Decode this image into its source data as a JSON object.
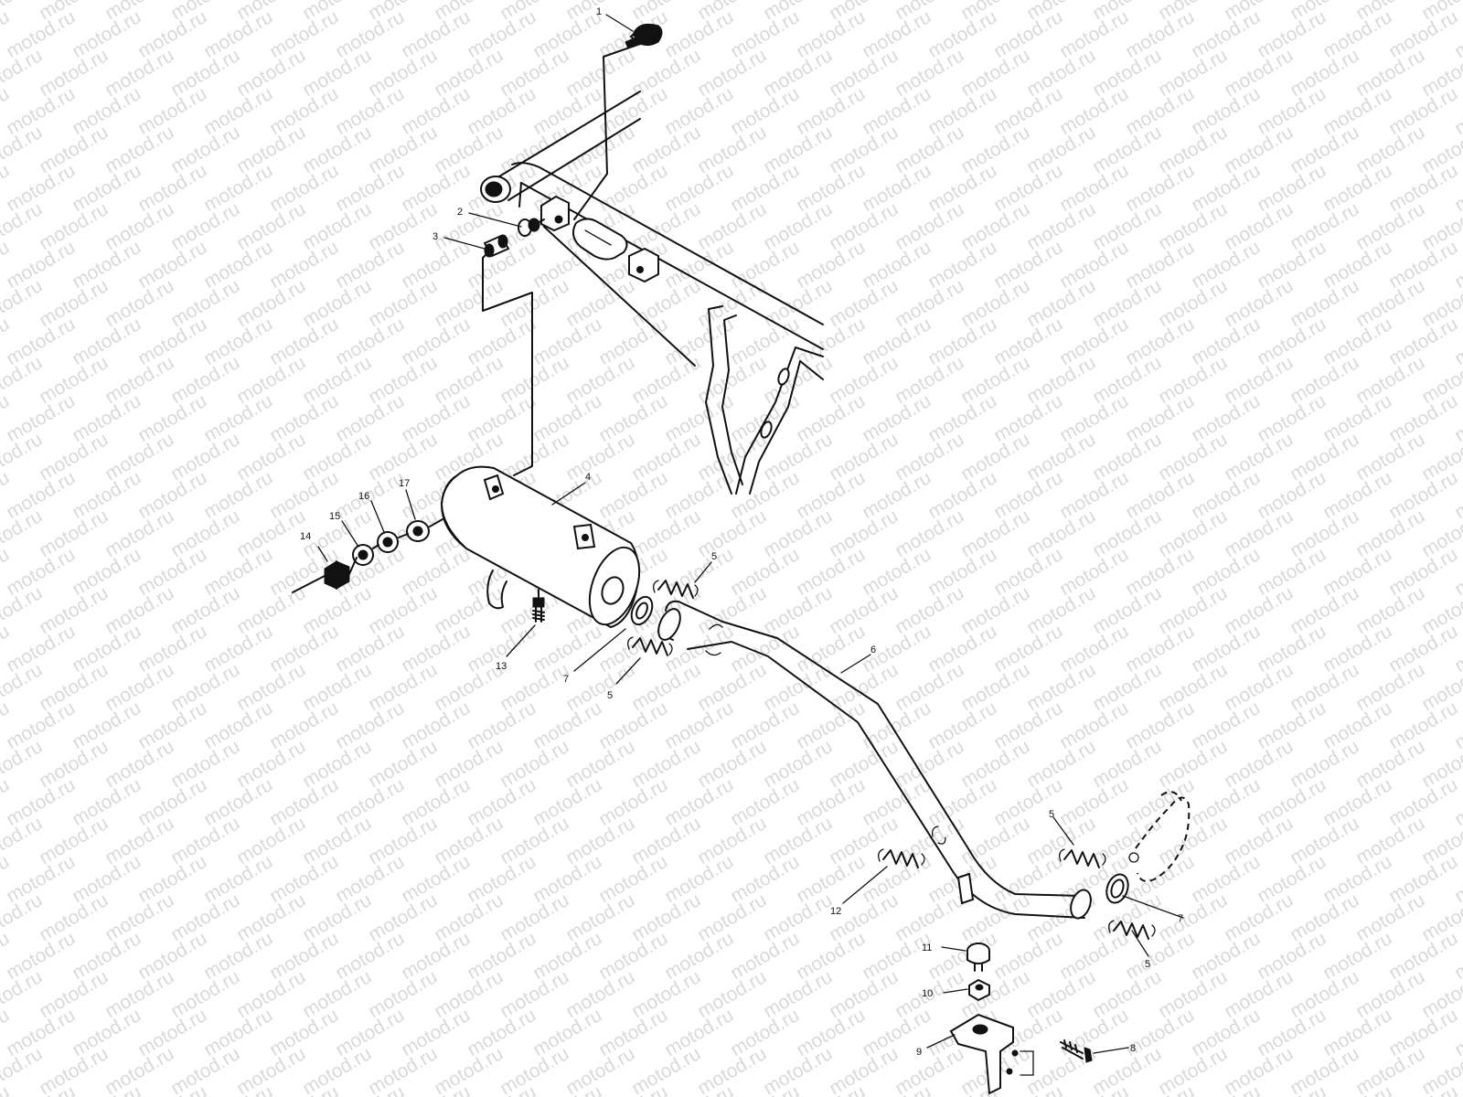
{
  "watermark": {
    "text": "motod.ru",
    "color": "#d9d9d9"
  },
  "diagram": {
    "type": "exploded-parts-diagram",
    "callouts": [
      {
        "id": "c1",
        "text": "1"
      },
      {
        "id": "c2",
        "text": "2"
      },
      {
        "id": "c3",
        "text": "3"
      },
      {
        "id": "c4",
        "text": "4"
      },
      {
        "id": "c5a",
        "text": "5"
      },
      {
        "id": "c5b",
        "text": "5"
      },
      {
        "id": "c5c",
        "text": "5"
      },
      {
        "id": "c5d",
        "text": "5"
      },
      {
        "id": "c6",
        "text": "6"
      },
      {
        "id": "c7a",
        "text": "7"
      },
      {
        "id": "c7b",
        "text": "7"
      },
      {
        "id": "c8",
        "text": "8"
      },
      {
        "id": "c9",
        "text": "9"
      },
      {
        "id": "c10",
        "text": "10"
      },
      {
        "id": "c11",
        "text": "11"
      },
      {
        "id": "c12",
        "text": "12"
      },
      {
        "id": "c13",
        "text": "13"
      },
      {
        "id": "c14",
        "text": "14"
      },
      {
        "id": "c15",
        "text": "15"
      },
      {
        "id": "c16",
        "text": "16"
      },
      {
        "id": "c17",
        "text": "17"
      }
    ]
  }
}
